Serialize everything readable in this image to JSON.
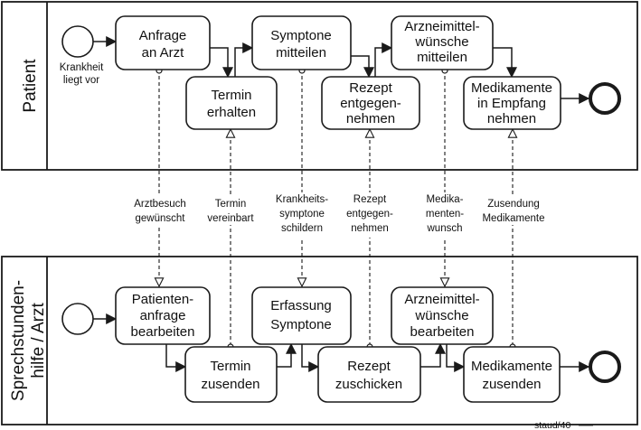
{
  "lanes": {
    "patient": "Patient",
    "staff_line1": "Sprechstunden-",
    "staff_line2": "hilfe / Arzt"
  },
  "start_labels": {
    "patient_line1": "Krankheit",
    "patient_line2": "liegt vor"
  },
  "tasks": {
    "anfrage": [
      "Anfrage",
      "an Arzt"
    ],
    "termin_erhalten": [
      "Termin",
      "erhalten"
    ],
    "symptone_mitteilen": [
      "Symptone",
      "mitteilen"
    ],
    "rezept_entgegennehmen": [
      "Rezept",
      "entgegen-",
      "nehmen"
    ],
    "arzneimittel_mitteilen": [
      "Arzneimittel-",
      "wünsche",
      "mitteilen"
    ],
    "medikamente_empfang": [
      "Medikamente",
      "in Empfang",
      "nehmen"
    ],
    "patientenanfrage": [
      "Patienten-",
      "anfrage",
      "bearbeiten"
    ],
    "termin_zusenden": [
      "Termin",
      "zusenden"
    ],
    "erfassung": [
      "Erfassung",
      "Symptone"
    ],
    "rezept_zuschicken": [
      "Rezept",
      "zuschicken"
    ],
    "arzneimittel_bearbeiten": [
      "Arzneimittel-",
      "wünsche",
      "bearbeiten"
    ],
    "medikamente_zusenden": [
      "Medikamente",
      "zusenden"
    ]
  },
  "messages": {
    "arztbesuch": [
      "Arztbesuch",
      "gewünscht"
    ],
    "termin": [
      "Termin",
      "vereinbart"
    ],
    "krankheit": [
      "Krankheits-",
      "symptone",
      "schildern"
    ],
    "rezept": [
      "Rezept",
      "entgegen-",
      "nehmen"
    ],
    "medikamentenwunsch": [
      "Medika-",
      "menten-",
      "wunsch"
    ],
    "zusendung": [
      "Zusendung",
      "Medikamente"
    ]
  },
  "footer": "staud/40"
}
